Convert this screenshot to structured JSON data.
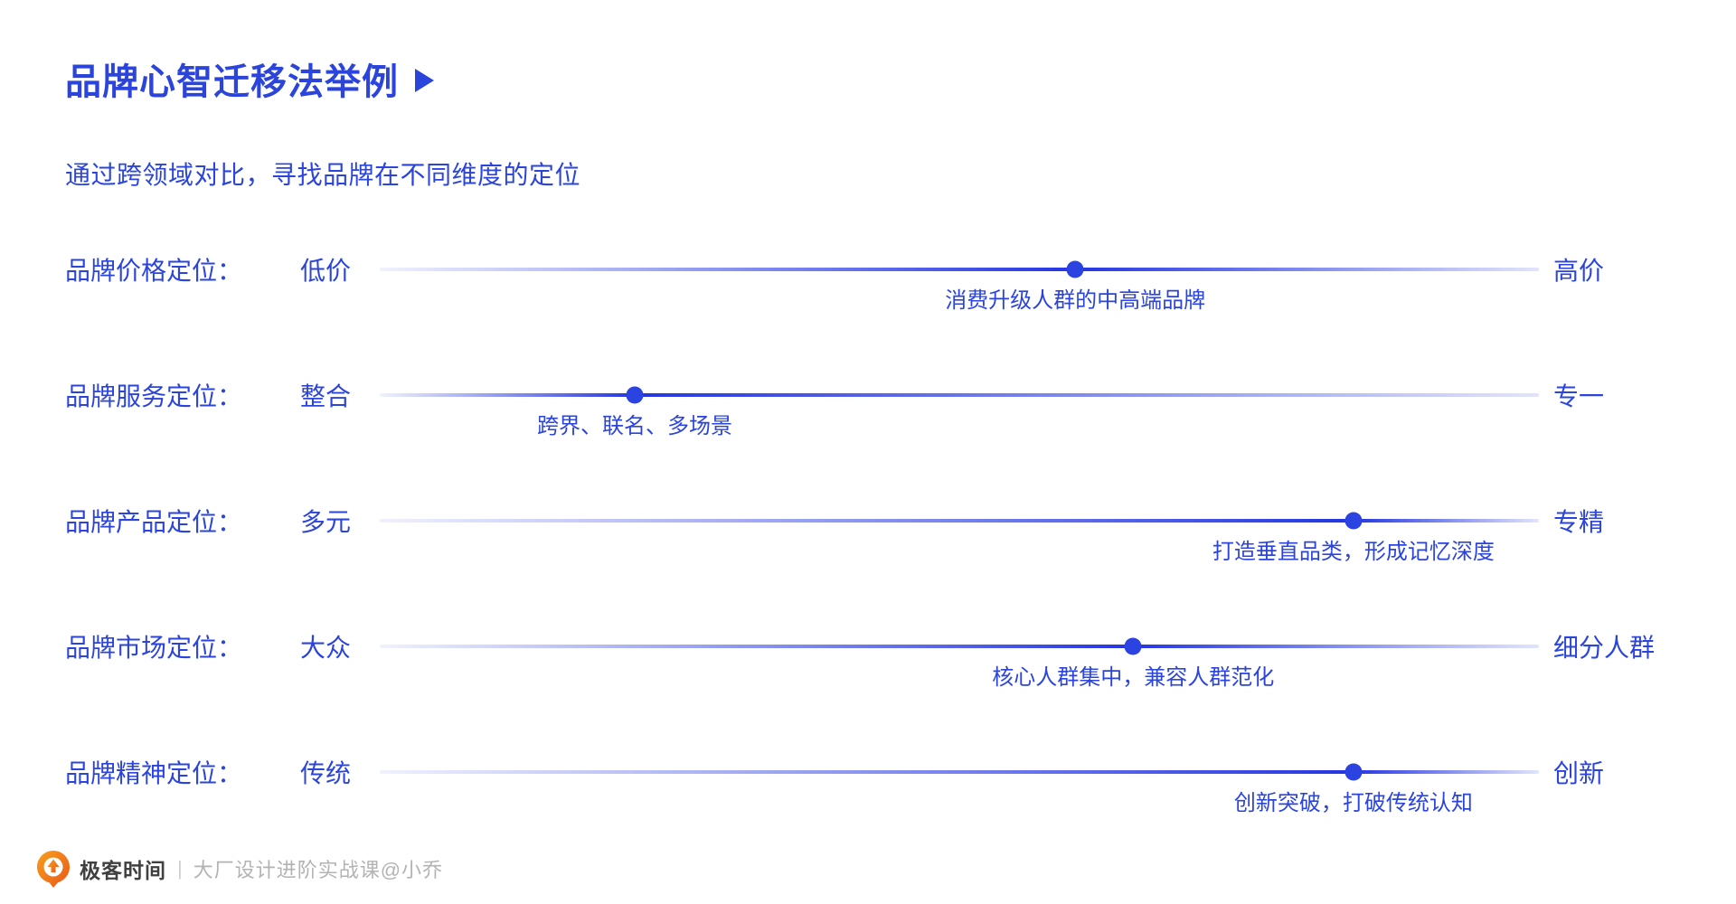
{
  "title": {
    "text": "品牌心智迁移法举例",
    "arrow_icon": "play-arrow"
  },
  "subtitle": "通过跨领域对比，寻找品牌在不同维度的定位",
  "rows": [
    {
      "label": "品牌价格定位：",
      "left": "低价",
      "right": "高价",
      "dot_percent": 60,
      "annotation": "消费升级人群的中高端品牌"
    },
    {
      "label": "品牌服务定位：",
      "left": "整合",
      "right": "专一",
      "dot_percent": 22,
      "annotation": "跨界、联名、多场景"
    },
    {
      "label": "品牌产品定位：",
      "left": "多元",
      "right": "专精",
      "dot_percent": 84,
      "annotation": "打造垂直品类，形成记忆深度"
    },
    {
      "label": "品牌市场定位：",
      "left": "大众",
      "right": "细分人群",
      "dot_percent": 65,
      "annotation": "核心人群集中，兼容人群范化"
    },
    {
      "label": "品牌精神定位：",
      "left": "传统",
      "right": "创新",
      "dot_percent": 84,
      "annotation": "创新突破，打破传统认知"
    }
  ],
  "footer": {
    "brand": "极客时间",
    "separator": "|",
    "course": "大厂设计进阶实战课@小乔",
    "logo_icon": "geektime-logo"
  },
  "colors": {
    "accent_blue": "#2B44DC",
    "track_solid": "#2435E2",
    "track_faint": "rgba(43,62,224,0.07)",
    "track_fade": "rgba(43,62,224,0.14)",
    "dot_blue": "#2B43E0",
    "footer_brand": "#404040",
    "footer_muted": "#B3B3B3",
    "logo_orange_dark": "#E8561B",
    "logo_orange_light": "#F9A01B"
  }
}
